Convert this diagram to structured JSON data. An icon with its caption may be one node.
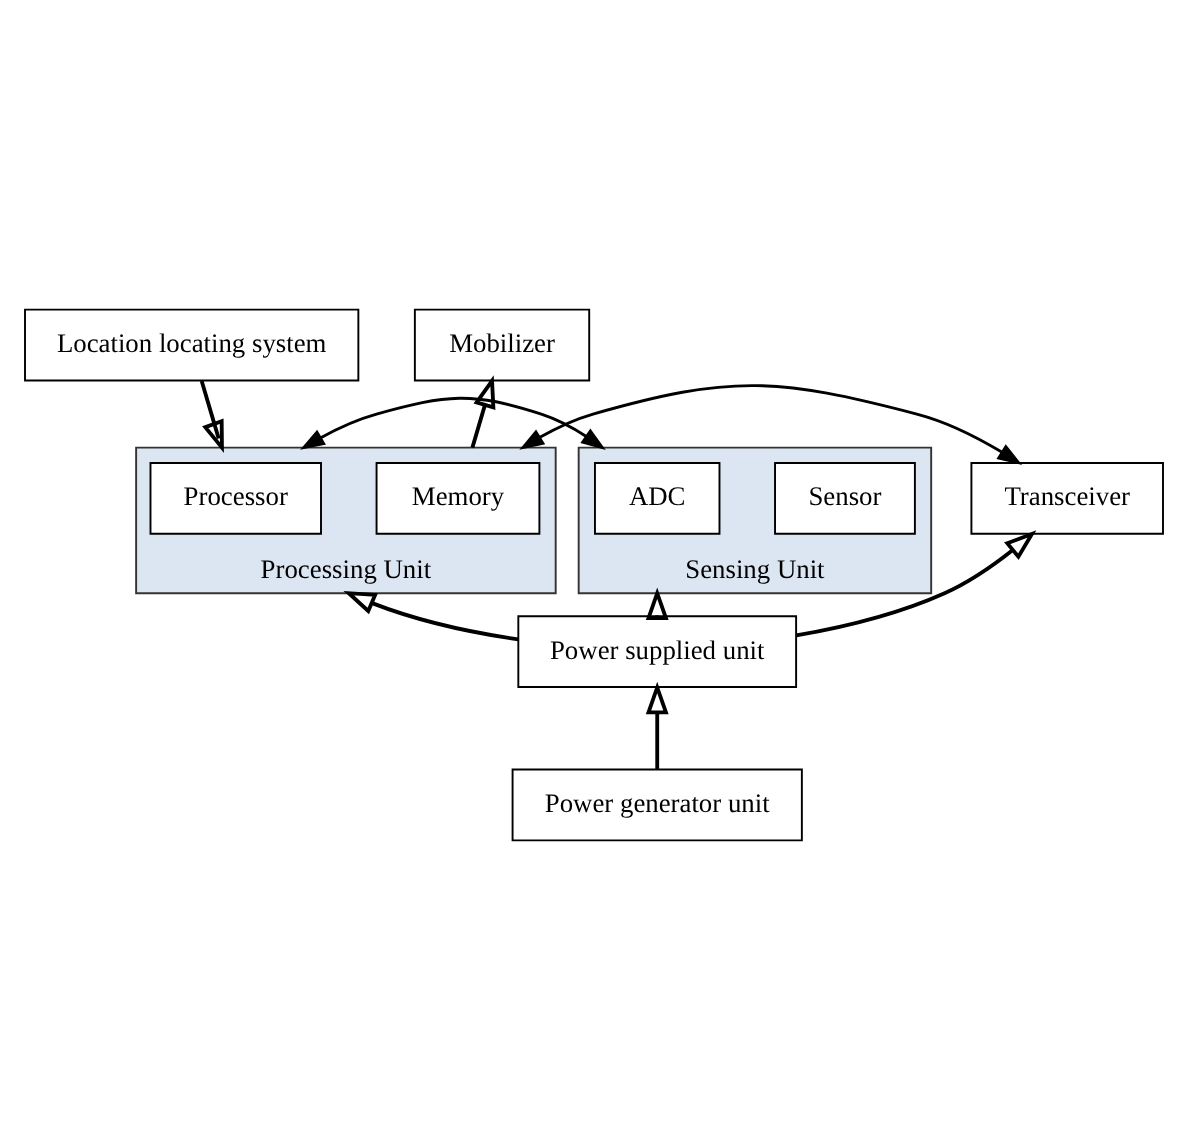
{
  "diagram": {
    "nodes": [
      {
        "text": [
          "Location locating system"
        ]
      },
      {
        "text": [
          "Mobilizer"
        ]
      },
      {
        "text": [
          "Sensing Unit"
        ]
      },
      {
        "text": [
          "Sensor"
        ],
        "in": 2
      },
      {
        "text": [
          "ADC"
        ],
        "in": 2
      },
      {
        "text": [
          "Processing Unit"
        ]
      },
      {
        "text": [
          "Processor"
        ],
        "in": 5
      },
      {
        "text": [
          "Memory"
        ],
        "in": 5
      },
      {
        "text": [
          "Transceiver"
        ]
      },
      {
        "text": [
          "Power supplied unit"
        ]
      },
      {
        "text": [
          "Power generator unit"
        ]
      }
    ],
    "edges": [
      {
        "from": 0,
        "to": 5,
        "arrow": "to"
      },
      {
        "from": 5,
        "to": 1,
        "arrow": "to"
      },
      {
        "from": 2,
        "to": 5,
        "arrow": "both"
      },
      {
        "from": 5,
        "to": 8,
        "arrow": "both"
      },
      {
        "from": 9,
        "to": 2,
        "arrow": "to"
      },
      {
        "from": 9,
        "to": 5,
        "arrow": "to"
      },
      {
        "from": 9,
        "to": 8,
        "arrow": "to"
      },
      {
        "from": 10,
        "to": 9,
        "arrow": "to"
      }
    ]
  }
}
